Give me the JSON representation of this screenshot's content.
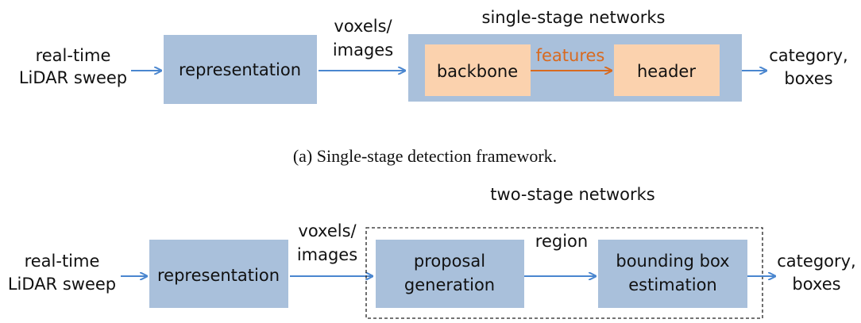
{
  "colors": {
    "block_fill": "#a9c0db",
    "inner_block_fill": "#fbd2ae",
    "arrow_blue": "#4a86cf",
    "arrow_orange": "#d86a20",
    "dashed_border": "#222222"
  },
  "single_stage": {
    "input_line1": "real-time",
    "input_line2": "LiDAR sweep",
    "representation": "representation",
    "intermediate_line1": "voxels/",
    "intermediate_line2": "images",
    "group_title": "single-stage networks",
    "backbone": "backbone",
    "features": "features",
    "header": "header",
    "output_line1": "category,",
    "output_line2": "boxes",
    "caption": "(a) Single-stage detection framework."
  },
  "two_stage": {
    "input_line1": "real-time",
    "input_line2": "LiDAR sweep",
    "representation": "representation",
    "intermediate_line1": "voxels/",
    "intermediate_line2": "images",
    "group_title": "two-stage networks",
    "proposal_line1": "proposal",
    "proposal_line2": "generation",
    "region": "region",
    "bbox_line1": "bounding box",
    "bbox_line2": "estimation",
    "output_line1": "category,",
    "output_line2": "boxes"
  }
}
